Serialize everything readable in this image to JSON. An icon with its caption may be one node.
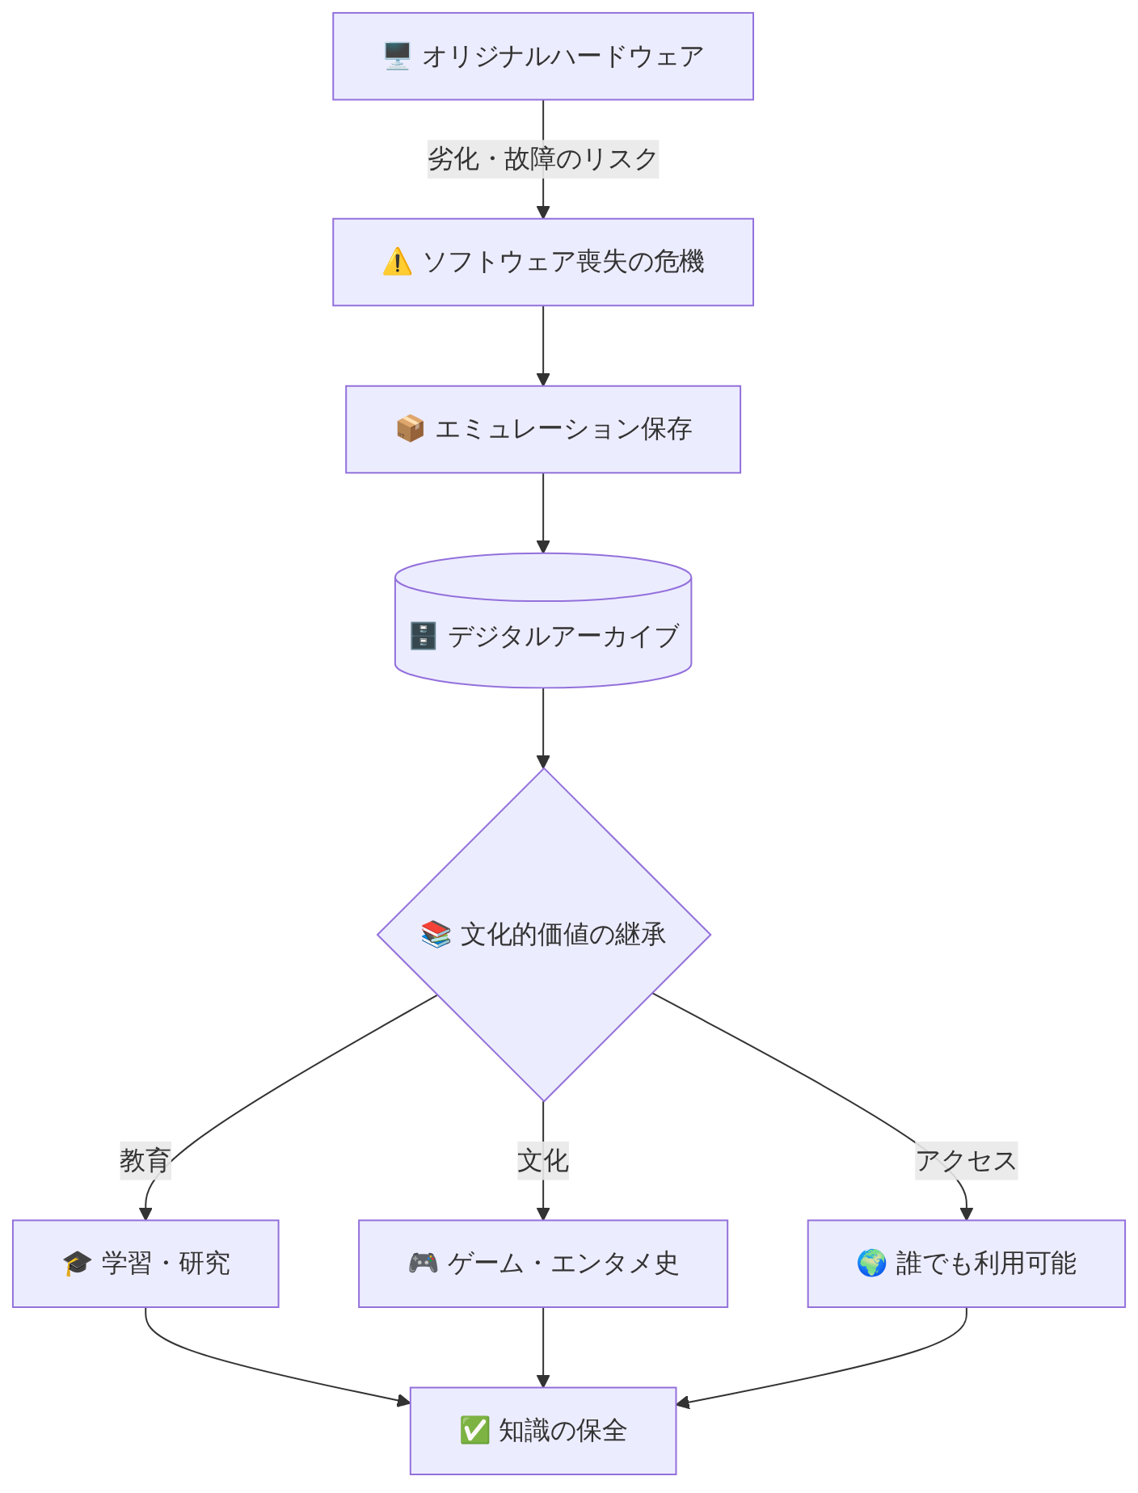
{
  "diagram": {
    "nodes": [
      {
        "text": [
          "🖥️ オリジナルハードウェア"
        ]
      },
      {
        "text": [
          "⚠️ ソフトウェア喪失の危機"
        ]
      },
      {
        "text": [
          "📦 エミュレーション保存"
        ]
      },
      {
        "text": [
          "🗄️ デジタルアーカイブ"
        ]
      },
      {
        "text": [
          "📚 文化的価値の継承"
        ]
      },
      {
        "text": [
          "🎓 学習・研究"
        ]
      },
      {
        "text": [
          "🎮 ゲーム・エンタメ史"
        ]
      },
      {
        "text": [
          "🌍 誰でも利用可能"
        ]
      },
      {
        "text": [
          "✅ 知識の保全"
        ]
      }
    ],
    "edges": [
      {
        "from": 0,
        "to": 1,
        "arrow": "to",
        "label": "劣化・故障のリスク"
      },
      {
        "from": 1,
        "to": 2,
        "arrow": "to"
      },
      {
        "from": 2,
        "to": 3,
        "arrow": "to"
      },
      {
        "from": 3,
        "to": 4,
        "arrow": "to"
      },
      {
        "from": 4,
        "to": 5,
        "arrow": "to",
        "label": "教育"
      },
      {
        "from": 4,
        "to": 6,
        "arrow": "to",
        "label": "文化"
      },
      {
        "from": 4,
        "to": 7,
        "arrow": "to",
        "label": "アクセス"
      },
      {
        "from": 5,
        "to": 8,
        "arrow": "to"
      },
      {
        "from": 6,
        "to": 8,
        "arrow": "to"
      },
      {
        "from": 7,
        "to": 8,
        "arrow": "to"
      }
    ]
  }
}
